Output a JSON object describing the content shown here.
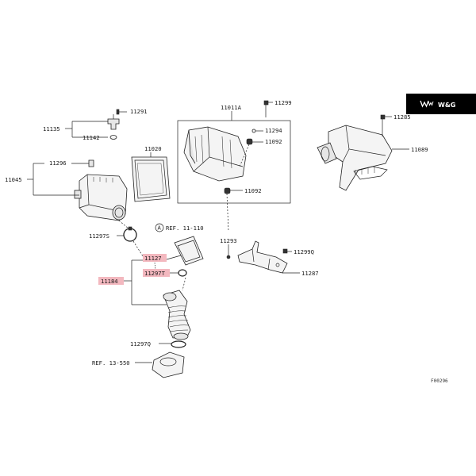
{
  "brand": {
    "text": "W&G",
    "bg_color": "#000000",
    "text_color": "#ffffff"
  },
  "highlight_color": "#f3b8bf",
  "figure_code": "F00296",
  "labels": {
    "p11291": "11291",
    "p11135": "11135",
    "p11142": "11142",
    "p11020": "11020",
    "p11296": "11296",
    "p11045": "11045",
    "p11297S": "11297S",
    "p11011A": "11011A",
    "p11299": "11299",
    "p11294": "11294",
    "p11092a": "11092",
    "p11092b": "11092",
    "p11285": "11285",
    "p11089": "11089",
    "ref11110": "REF. 11-110",
    "refA": "A",
    "p11127": "11127",
    "p11297T": "11297T",
    "p11184": "11184",
    "p11293": "11293",
    "p11299Q": "11299Q",
    "p11287": "11287",
    "p11297Q": "11297Q",
    "ref13550": "REF. 13-550"
  }
}
